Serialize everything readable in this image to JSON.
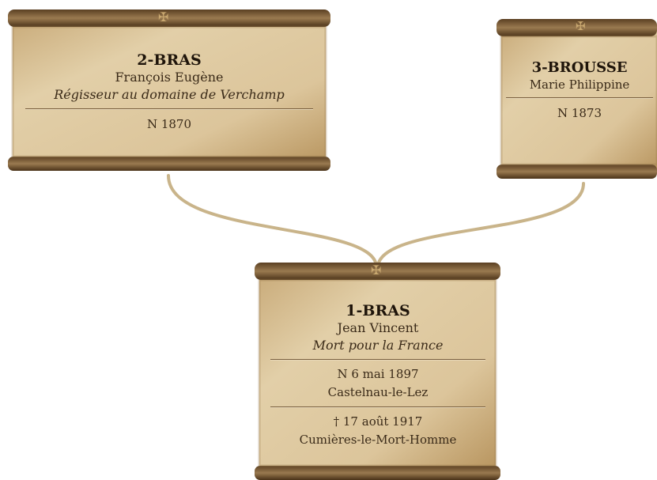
{
  "persons": [
    {
      "id": "2",
      "surname": "2-BRAS",
      "given": "François Eugène",
      "occupation": "Régisseur au domaine de Verchamp",
      "birth": "N 1870"
    },
    {
      "id": "3",
      "surname": "3-BROUSSE",
      "given": "Marie Philippine",
      "birth": "N 1873"
    },
    {
      "id": "1",
      "surname": "1-BRAS",
      "given": "Jean Vincent",
      "occupation": "Mort pour la France",
      "birth": "N 6 mai 1897",
      "birth_place": "Castelnau-le-Lez",
      "death": "† 17 août 1917",
      "death_place": "Cumières-le-Mort-Homme"
    }
  ],
  "colors": {
    "parchment": "#d9c29a",
    "parchment_dark": "#a8895e",
    "roll": "#7a5a36",
    "connector": "#c9b48a",
    "text": "#2e2012"
  }
}
